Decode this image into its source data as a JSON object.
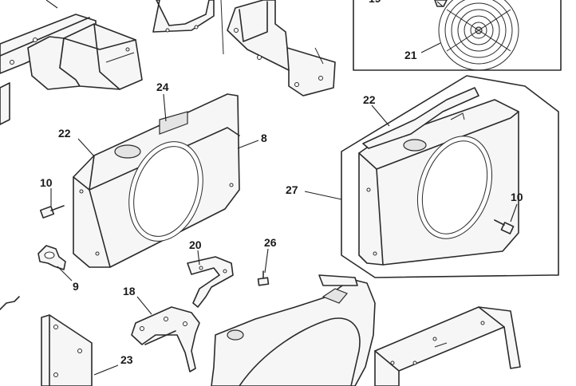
{
  "diagram": {
    "callouts": {
      "c19": "19",
      "c21": "21",
      "c24": "24",
      "c22a": "22",
      "c8": "8",
      "c10a": "10",
      "c9": "9",
      "c20": "20",
      "c26": "26",
      "c18": "18",
      "c23": "23",
      "c22b": "22",
      "c27": "27",
      "c10b": "10"
    }
  }
}
